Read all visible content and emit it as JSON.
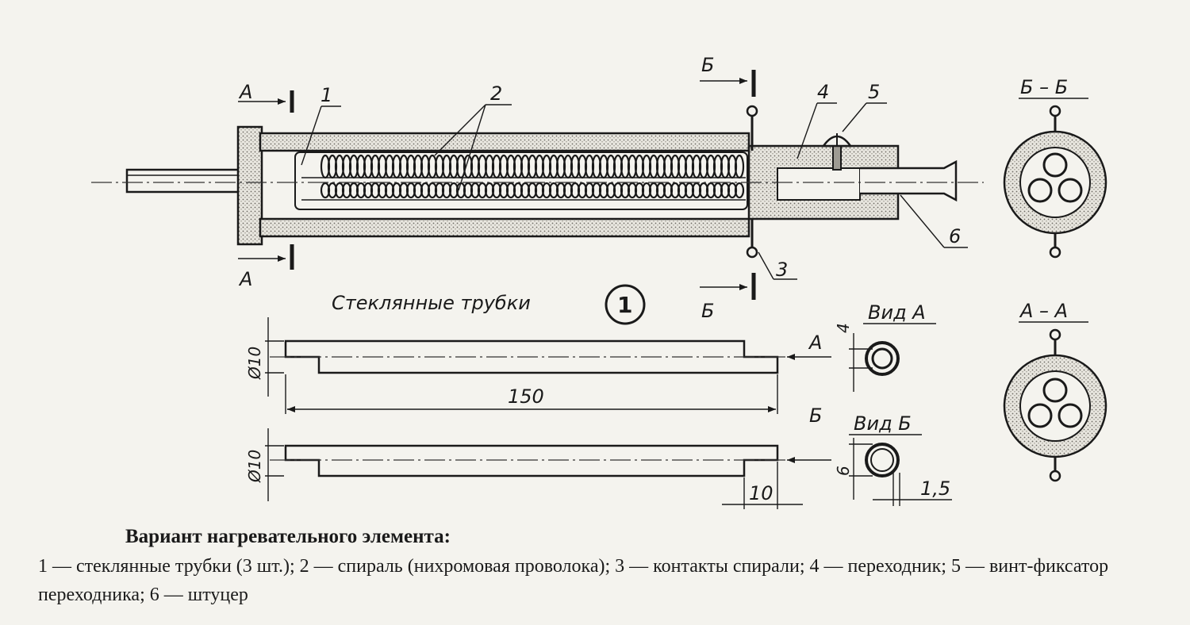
{
  "drawing": {
    "callouts": [
      "1",
      "2",
      "3",
      "4",
      "5",
      "6"
    ],
    "section_marks": {
      "a": "А",
      "b": "Б"
    },
    "section_titles": {
      "bb": "Б – Б",
      "aa": "А – А"
    },
    "view_titles": {
      "view_a": "Вид А",
      "view_b": "Вид Б"
    },
    "tubes_label": "Стеклянные трубки",
    "figure_number": "1",
    "dimensions": {
      "diameter_top": "Ø10",
      "diameter_bottom": "Ø10",
      "length": "150",
      "step_length": "10",
      "view_a_size": "4",
      "view_b_size": "6",
      "wall": "1,5"
    }
  },
  "caption": {
    "title": "Вариант нагревательного элемента:",
    "legend": "1 — стеклянные трубки (3 шт.); 2 — спираль (нихромовая проволока); 3 — контакты спирали; 4 — переходник; 5 — винт-фиксатор переходника; 6 — штуцер"
  },
  "colors": {
    "ink": "#1a1a1a",
    "paper": "#f4f3ee",
    "hatch": "#b9b6ae"
  }
}
